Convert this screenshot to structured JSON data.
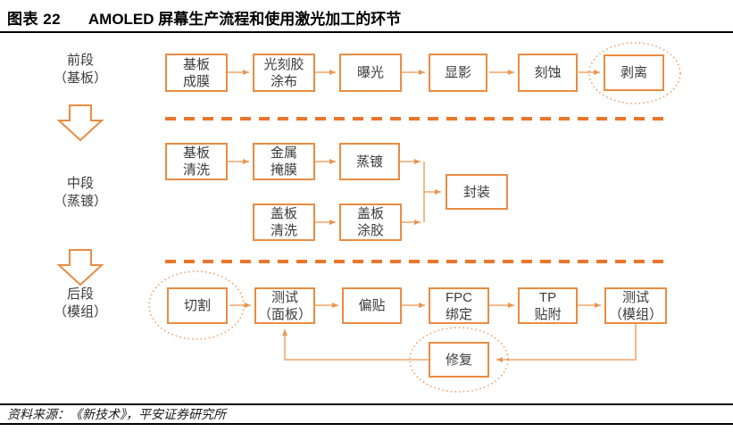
{
  "header": {
    "figure_label": "图表 22",
    "title": "AMOLED 屏幕生产流程和使用激光加工的环节"
  },
  "stages": {
    "front": {
      "name": "前段\n（基板）"
    },
    "middle": {
      "name": "中段\n（蒸镀）"
    },
    "back": {
      "name": "后段\n（模组）"
    }
  },
  "nodes": {
    "substrate_film": "基板\n成膜",
    "photoresist_coating": "光刻胶\n涂布",
    "exposure": "曝光",
    "development": "显影",
    "etching": "刻蚀",
    "stripping": "剥离",
    "substrate_cleaning": "基板\n清洗",
    "metal_mask": "金属\n掩膜",
    "evaporation": "蒸镀",
    "encapsulation": "封装",
    "cover_cleaning": "盖板\n清洗",
    "cover_gluing": "盖板\n涂胶",
    "cutting": "切割",
    "panel_test": "测试\n（面板）",
    "polarizer_attach": "偏贴",
    "fpc_bonding": "FPC\n绑定",
    "tp_attach": "TP\n贴附",
    "module_test": "测试\n（模组）",
    "repair": "修复"
  },
  "footer": {
    "source": "资料来源：《新技术》，平安证券研究所"
  },
  "colors": {
    "box_border": "#EA8C42",
    "connector": "#EA954F",
    "dashed_divider": "#E8762C",
    "highlight_ellipse": "#E9A06B",
    "title_rule": "#000000"
  }
}
